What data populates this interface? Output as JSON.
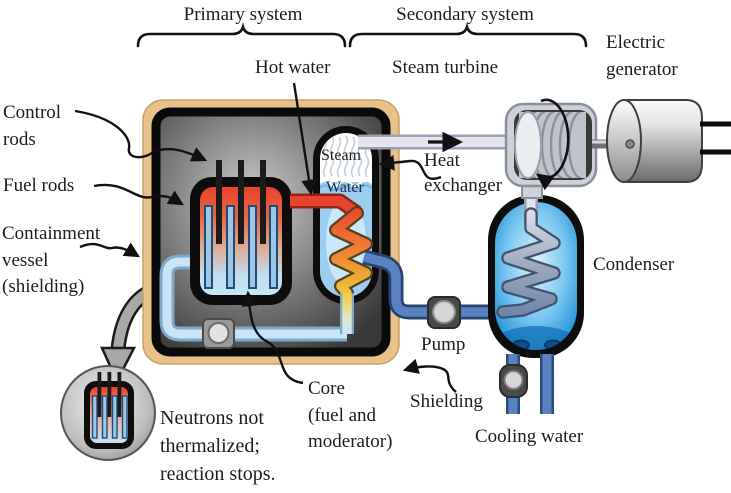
{
  "diagram": {
    "system_labels": {
      "primary": "Primary system",
      "secondary": "Secondary system"
    },
    "labels": {
      "hot_water": "Hot water",
      "steam_turbine": "Steam turbine",
      "electric_generator": "Electric\ngenerator",
      "control_rods": "Control\nrods",
      "fuel_rods": "Fuel rods",
      "containment_vessel": "Containment\nvessel\n(shielding)",
      "steam": "Steam",
      "water": "Water",
      "heat_exchanger": "Heat\nexchanger",
      "condenser": "Condenser",
      "pump": "Pump",
      "shielding": "Shielding",
      "cooling_water": "Cooling water",
      "core": "Core\n(fuel and\nmoderator)",
      "neutrons_note": "Neutrons not\nthermalized;\nreaction stops."
    },
    "colors": {
      "containment_tan": "#E8C28A",
      "interior_gray_dark": "#3c3c3c",
      "hot_red": "#E8432C",
      "warm_orange": "#EF7B33",
      "hot_yellow": "#F2CB3D",
      "cool_pipe_light_blue": "#C8E4F6",
      "water_blue": "#9CCEEF",
      "condenser_blue": "#1E93DC",
      "secondary_pipe_blue": "#5A82C2",
      "steam_pipe_gray": "#E4E5EE",
      "metal_gray": "#CDD1D9",
      "line_black": "#111111"
    }
  }
}
